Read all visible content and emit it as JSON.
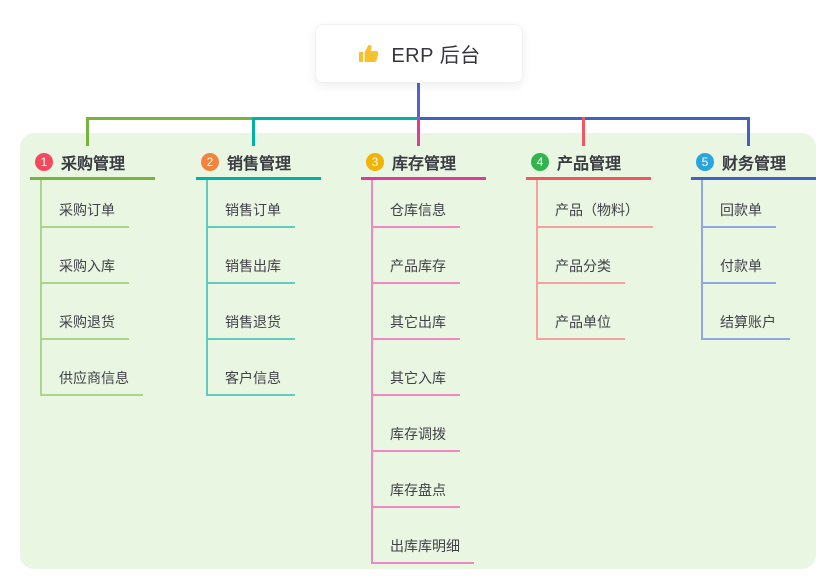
{
  "root": {
    "label": "ERP 后台",
    "icon": "thumbs-up-icon",
    "icon_color": "#f6c12f"
  },
  "connector_colors": {
    "root_drop": "#4d66cb"
  },
  "panel_color": "#e9f6e2",
  "branches": [
    {
      "index": "1",
      "label": "采购管理",
      "badge_color": "#f34a5f",
      "line_color": "#76b43d",
      "child_line_color": "#abd48d",
      "children": [
        "采购订单",
        "采购入库",
        "采购退货",
        "供应商信息"
      ]
    },
    {
      "index": "2",
      "label": "销售管理",
      "badge_color": "#f5833b",
      "line_color": "#00b1a8",
      "child_line_color": "#63cac2",
      "children": [
        "销售订单",
        "销售出库",
        "销售退货",
        "客户信息"
      ]
    },
    {
      "index": "3",
      "label": "库存管理",
      "badge_color": "#f2b303",
      "line_color": "#e03a9e",
      "child_line_color": "#ef89c4",
      "children": [
        "仓库信息",
        "产品库存",
        "其它出库",
        "其它入库",
        "库存调拨",
        "库存盘点",
        "出库库明细"
      ]
    },
    {
      "index": "4",
      "label": "产品管理",
      "badge_color": "#31b44b",
      "line_color": "#f1575c",
      "child_line_color": "#f7a0a3",
      "children": [
        "产品（物料）",
        "产品分类",
        "产品单位"
      ]
    },
    {
      "index": "5",
      "label": "财务管理",
      "badge_color": "#2aa4df",
      "line_color": "#4161c7",
      "child_line_color": "#92a7e0",
      "children": [
        "回款单",
        "付款单",
        "结算账户"
      ]
    }
  ]
}
